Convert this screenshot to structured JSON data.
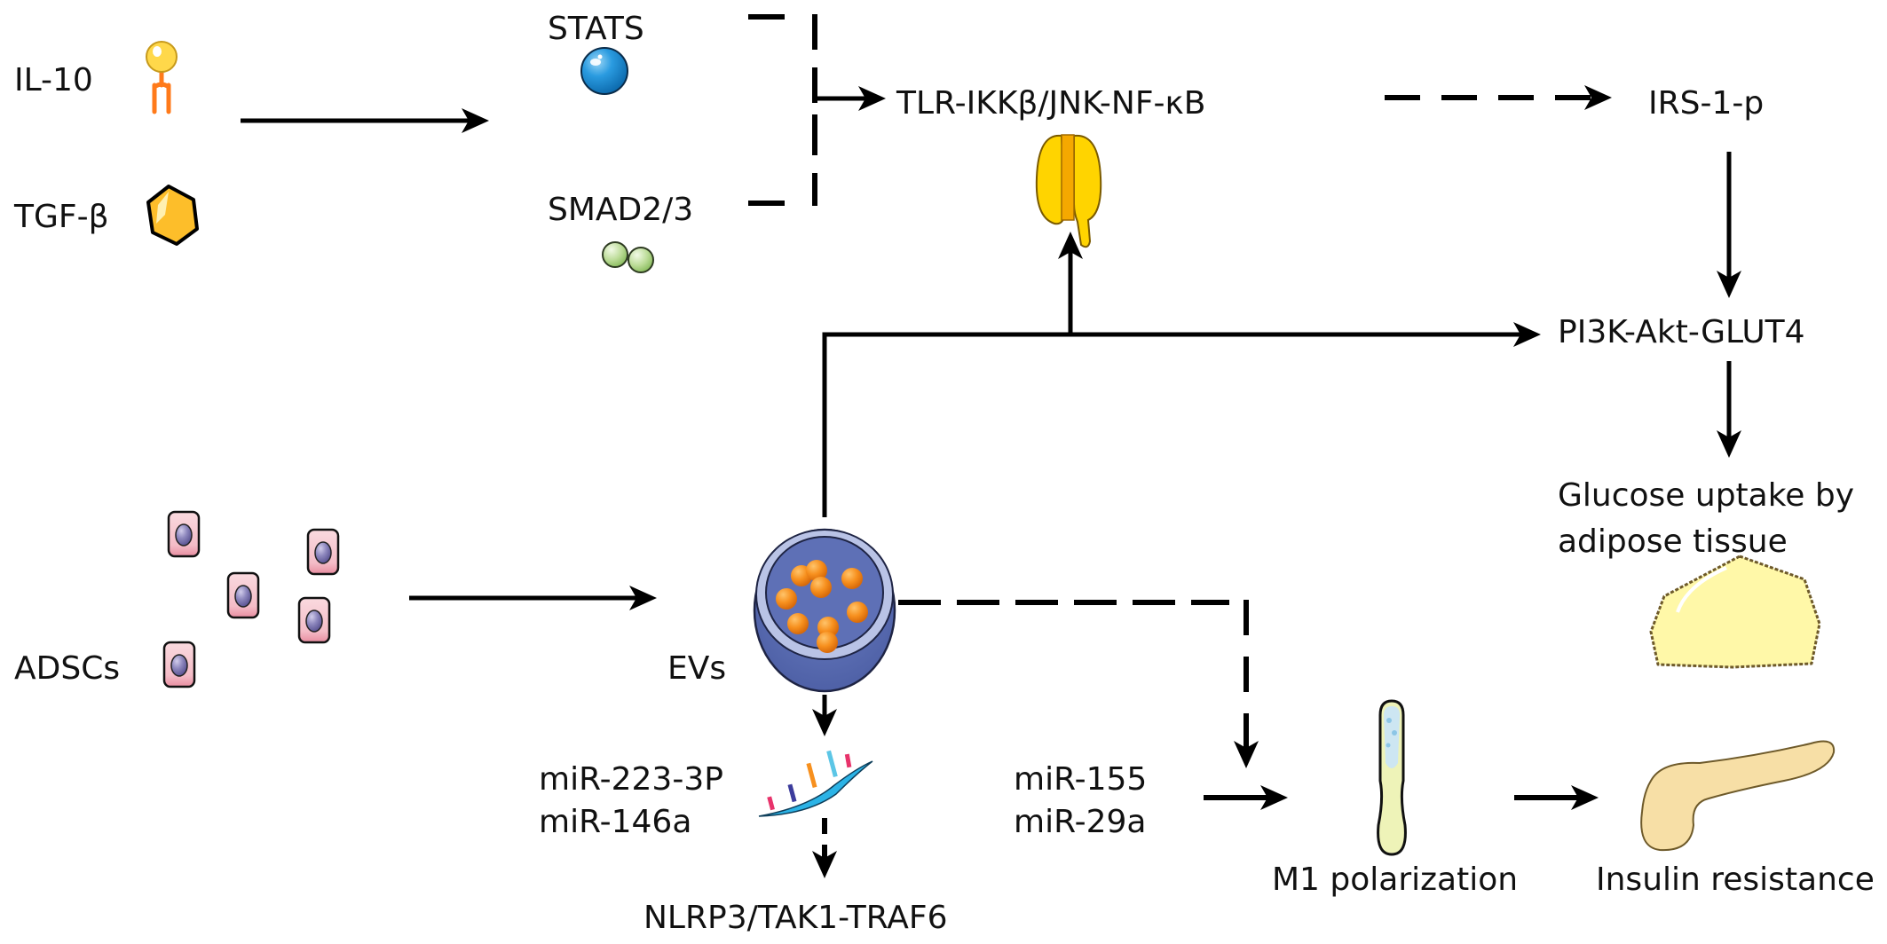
{
  "figure": {
    "type": "signaling-pathway-diagram",
    "nodes": {
      "il10": {
        "label": "IL-10",
        "icon": "cytokine-receptor-icon"
      },
      "tgfb": {
        "label": "TGF-β",
        "icon": "hexagon-molecule-icon"
      },
      "stats": {
        "label": "STATS",
        "icon": "blue-sphere-icon"
      },
      "smad": {
        "label": "SMAD2/3",
        "icon": "green-dimer-icon"
      },
      "tlr": {
        "label": "TLR-IKKβ/JNK-NF-κB",
        "icon": "ion-channel-icon"
      },
      "irs": {
        "label": "IRS-1-p"
      },
      "pi3k": {
        "label": "PI3K-Akt-GLUT4"
      },
      "glucose": {
        "label_line1": "Glucose uptake by",
        "label_line2": "adipose tissue",
        "icon": "adipocyte-icon"
      },
      "adscs": {
        "label": "ADSCs",
        "icon": "stem-cell-icon"
      },
      "evs": {
        "label": "EVs",
        "icon": "extracellular-vesicle-icon"
      },
      "mir_a": {
        "line1": "miR-223-3P",
        "line2": "miR-146a",
        "icon": "rna-strand-icon"
      },
      "nlrp3": {
        "label": "NLRP3/TAK1-TRAF6"
      },
      "mir_b": {
        "line1": "miR-155",
        "line2": "miR-29a"
      },
      "m1": {
        "label": "M1 polarization",
        "icon": "macrophage-icon"
      },
      "insulin": {
        "label": "Insulin resistance",
        "icon": "pancreas-icon"
      }
    },
    "edges": [
      {
        "from": "IL-10 / TGF-β",
        "to": "STATS / SMAD2/3",
        "style": "solid"
      },
      {
        "from": "STATS / SMAD2/3",
        "to": "TLR-IKKβ/JNK-NF-κB",
        "style": "dashed"
      },
      {
        "from": "TLR-IKKβ/JNK-NF-κB",
        "to": "IRS-1-p",
        "style": "dashed"
      },
      {
        "from": "IRS-1-p",
        "to": "PI3K-Akt-GLUT4",
        "style": "solid"
      },
      {
        "from": "EVs",
        "to": "TLR-IKKβ/JNK-NF-κB",
        "style": "solid"
      },
      {
        "from": "EVs",
        "to": "PI3K-Akt-GLUT4",
        "style": "solid"
      },
      {
        "from": "PI3K-Akt-GLUT4",
        "to": "Glucose uptake by adipose tissue",
        "style": "solid"
      },
      {
        "from": "ADSCs",
        "to": "EVs",
        "style": "solid"
      },
      {
        "from": "EVs",
        "to": "miR-223-3P / miR-146a",
        "style": "solid"
      },
      {
        "from": "miR-223-3P / miR-146a",
        "to": "NLRP3/TAK1-TRAF6",
        "style": "dashed"
      },
      {
        "from": "EVs",
        "to": "M1 polarization",
        "style": "dashed"
      },
      {
        "from": "miR-155 / miR-29a",
        "to": "M1 polarization",
        "style": "solid"
      },
      {
        "from": "M1 polarization",
        "to": "Insulin resistance",
        "style": "solid"
      }
    ]
  },
  "colors": {
    "il10_head": "#FFD84A",
    "il10_stem": "#FF7A1A",
    "tgfb": "#FDBE2A",
    "stats": "#1F8FD6",
    "smad": "#B5D98C",
    "channel": "#FFD400",
    "channel_core": "#F5A800",
    "cell_body": "#F7C6D0",
    "nucleus": "#7C75AE",
    "vesicle": "#6B7DBE",
    "vesicle_rim": "#B9C3E6",
    "cargo": "#F7901E",
    "rna": "#2BB3E6",
    "adipocyte": "#FFF8A8",
    "macrophage": "#EEF3B8",
    "pancreas": "#F7DFA6"
  }
}
